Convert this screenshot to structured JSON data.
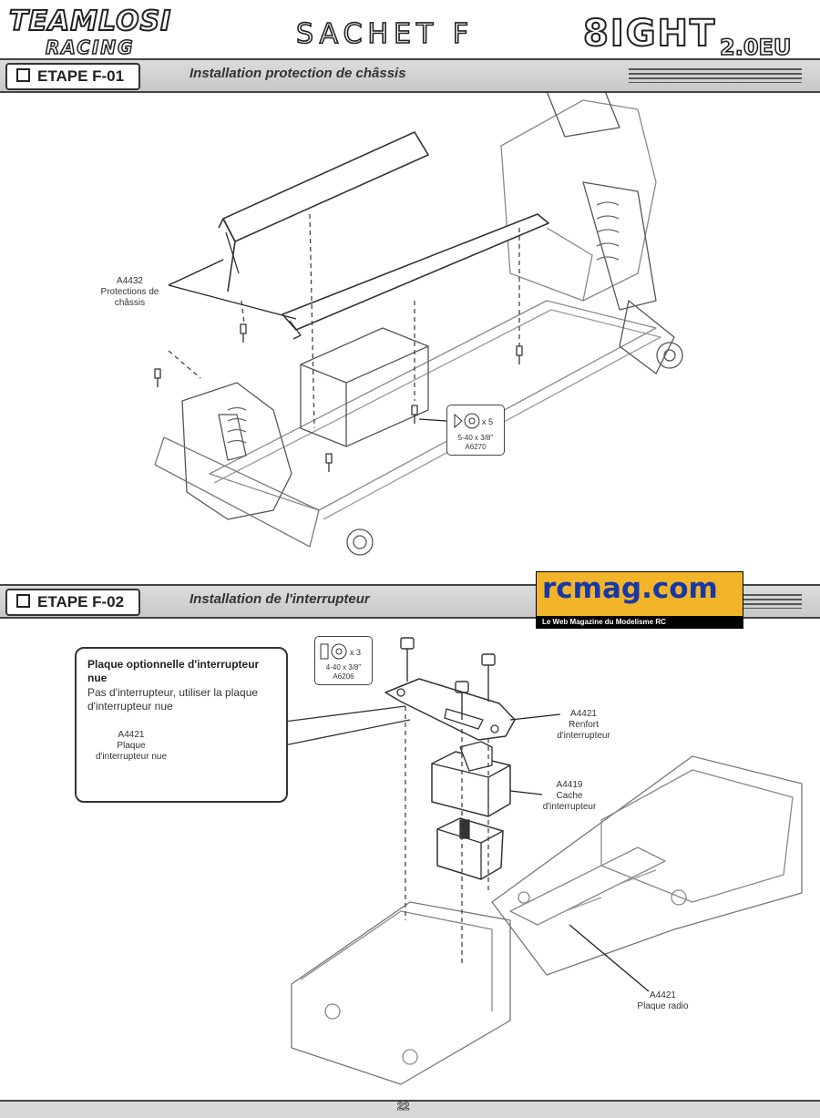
{
  "header": {
    "brand": "TEAMLOSI",
    "brand_sub": "RACING",
    "bag_title": "SACHET F",
    "model": "8IGHT",
    "model_suffix": "2.0EU"
  },
  "steps": [
    {
      "label": "ETAPE F-01",
      "description": "Installation protection de châssis",
      "parts": [
        {
          "lines": [
            "A4432",
            "Protections de",
            "châssis"
          ]
        }
      ],
      "hardware": {
        "size": "5-40 x 3/8\"",
        "code": "A6270",
        "qty": "x 5"
      }
    },
    {
      "label": "ETAPE F-02",
      "description": "Installation de l'interrupteur",
      "callout": {
        "title": "Plaque optionnelle d'interrupteur nue",
        "text": "Pas d'interrupteur, utiliser la plaque d'interrupteur nue",
        "part_lines": [
          "A4421",
          "Plaque",
          "d'interrupteur nue"
        ]
      },
      "hardware": {
        "size": "4-40 x 3/8\"",
        "code": "A6206",
        "qty": "x 3"
      },
      "parts": [
        {
          "lines": [
            "A4421",
            "Renfort",
            "d'interrupteur"
          ]
        },
        {
          "lines": [
            "A4419",
            "Cache",
            "d'interrupteur"
          ]
        },
        {
          "lines": [
            "A4421",
            "Plaque radio"
          ]
        }
      ]
    }
  ],
  "watermark": {
    "site": "rcmag.com",
    "tagline": "Le Web Magazine du Modelisme RC"
  },
  "footer": {
    "page": "22"
  }
}
